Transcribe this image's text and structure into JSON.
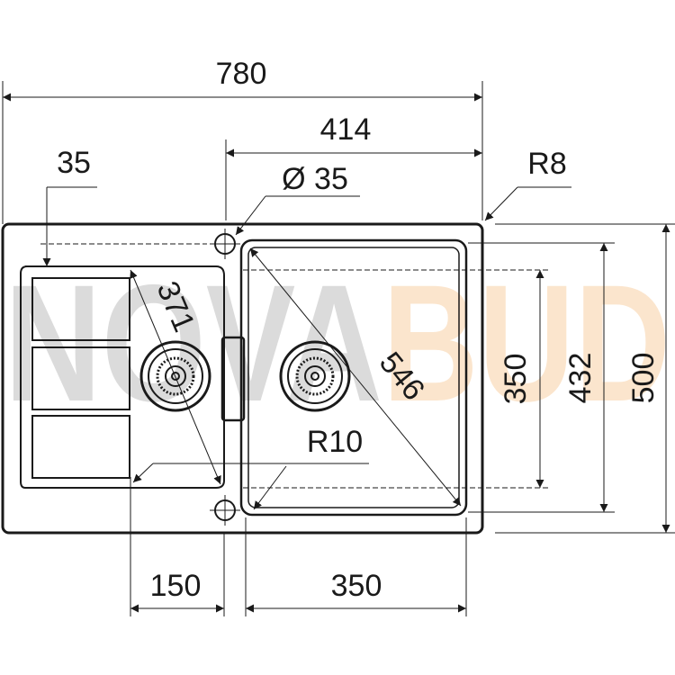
{
  "watermark": {
    "text": "NOVABUD",
    "color_dark": "#d8d8d8",
    "color_accent": "#fbe3c8"
  },
  "dimensions": {
    "total_width": "780",
    "bowl_section_width": "414",
    "drainer_offset": "35",
    "tap_hole": "Ø 35",
    "outer_radius": "R8",
    "drainer_diagonal": "371",
    "bowl_diagonal": "546",
    "inner_radius": "R10",
    "bowl_depth": "350",
    "inner_depth": "432",
    "total_depth": "500",
    "drainer_width": "150",
    "bowl_width": "350"
  },
  "colors": {
    "line": "#1a1a1a",
    "fill": "#ffffff"
  }
}
